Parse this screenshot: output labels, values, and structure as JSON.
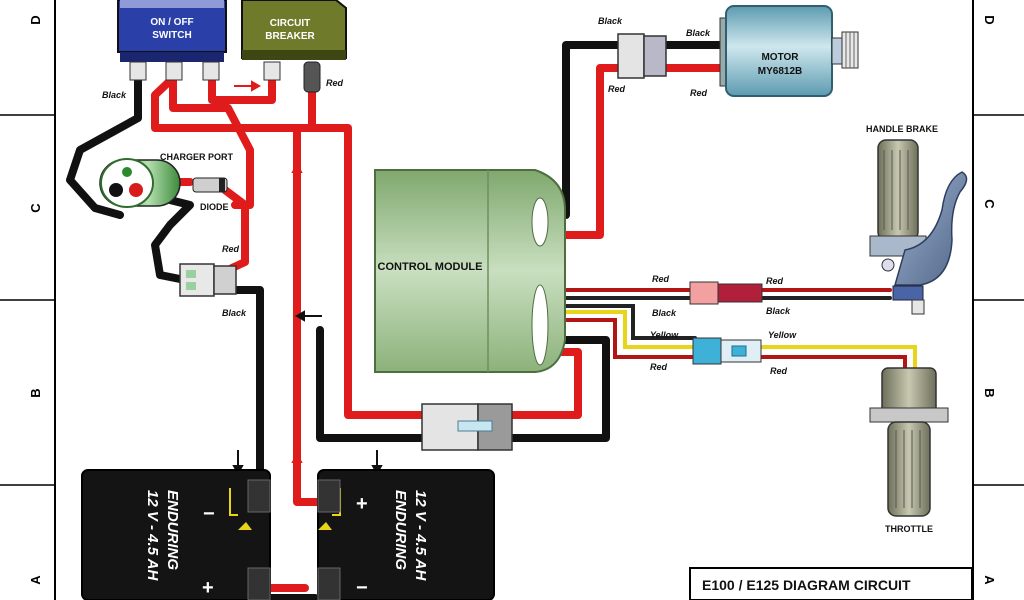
{
  "border": {
    "row_top": "D",
    "row_upper": "C",
    "row_lower": "B",
    "row_bottom": "A"
  },
  "components": {
    "switch": {
      "line1": "ON / OFF",
      "line2": "SWITCH"
    },
    "breaker": {
      "line1": "CIRCUIT",
      "line2": "BREAKER"
    },
    "charger": {
      "label": "CHARGER PORT"
    },
    "diode": {
      "label": "DIODE"
    },
    "motor": {
      "line1": "MOTOR",
      "line2": "MY6812B"
    },
    "control": {
      "label": "CONTROL MODULE"
    },
    "brake": {
      "label": "HANDLE BRAKE"
    },
    "throttle": {
      "label": "THROTTLE"
    },
    "battery_left": {
      "line1": "ENDURING",
      "line2": "12 V - 4.5 AH",
      "minus": "−",
      "plus": "+"
    },
    "battery_right": {
      "line1": "ENDURING",
      "line2": "12 V - 4.5 AH",
      "minus": "−",
      "plus": "+"
    }
  },
  "wires": {
    "black": "Black",
    "red": "Red",
    "yellow": "Yellow"
  },
  "title_block": {
    "title": "E100 / E125 DIAGRAM CIRCUIT"
  },
  "colors": {
    "wire_red": "#e01b1b",
    "wire_black": "#111111",
    "wire_yellow": "#e8d51a",
    "module_green": "#9dbf8a",
    "switch_blue": "#2b3fa8",
    "breaker_olive": "#6f7a2a",
    "motor_teal": "#7fb8c8"
  }
}
